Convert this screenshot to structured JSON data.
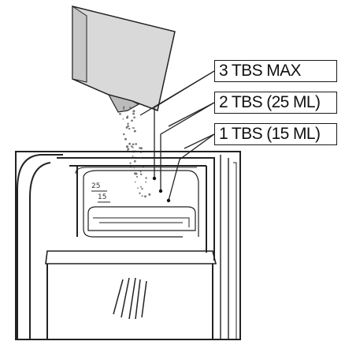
{
  "labels": {
    "max": "3 TBS MAX",
    "ml25": "2 TBS (25 ML)",
    "ml15": "1 TBS (15 ML)"
  },
  "marks": {
    "m25": "25",
    "m15": "15"
  },
  "icons": {
    "scoop": "scoop-icon",
    "detergent": "detergent-granules-icon",
    "dispenser": "dispenser-drawer-icon"
  }
}
